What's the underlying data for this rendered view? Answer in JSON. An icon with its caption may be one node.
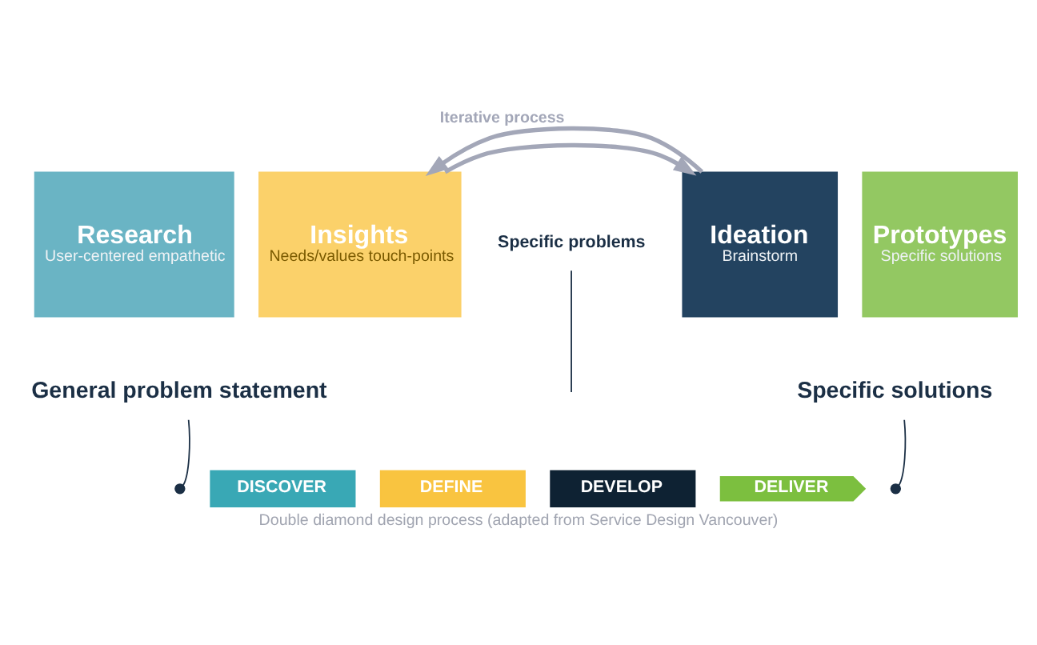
{
  "diagram": {
    "caption": "Double diamond design process (adapted from Service Design Vancouver)",
    "nodes": [
      {
        "text": [
          "Research",
          "User-centered empathetic"
        ]
      },
      {
        "text": [
          "Insights",
          "Needs/values touch-points"
        ]
      },
      {
        "text": [
          "Ideation",
          "Brainstorm"
        ]
      },
      {
        "text": [
          "Prototypes",
          "Specific solutions"
        ]
      },
      {
        "text": [
          "Specific problems"
        ]
      },
      {
        "text": [
          "General problem statement"
        ]
      },
      {
        "text": [
          "Specific solutions"
        ]
      },
      {
        "text": [
          "DISCOVER"
        ]
      },
      {
        "text": [
          "DEFINE"
        ]
      },
      {
        "text": [
          "DEVELOP"
        ]
      },
      {
        "text": [
          "DELIVER"
        ]
      },
      {
        "text": [],
        "shape": "circle"
      },
      {
        "text": [],
        "shape": "circle"
      }
    ],
    "edges": [
      {
        "from": 1,
        "to": 2,
        "arrow": "to",
        "color": "#a3a7b8",
        "style": "thick"
      },
      {
        "from": 2,
        "to": 1,
        "arrow": "to",
        "label": "Iterative process",
        "color": "#a3a7b8",
        "style": "thick"
      },
      {
        "from": 4,
        "to": null,
        "arrow": "none"
      },
      {
        "from": 5,
        "to": 11,
        "arrow": "none"
      },
      {
        "from": 6,
        "to": 12,
        "arrow": "none"
      }
    ]
  }
}
